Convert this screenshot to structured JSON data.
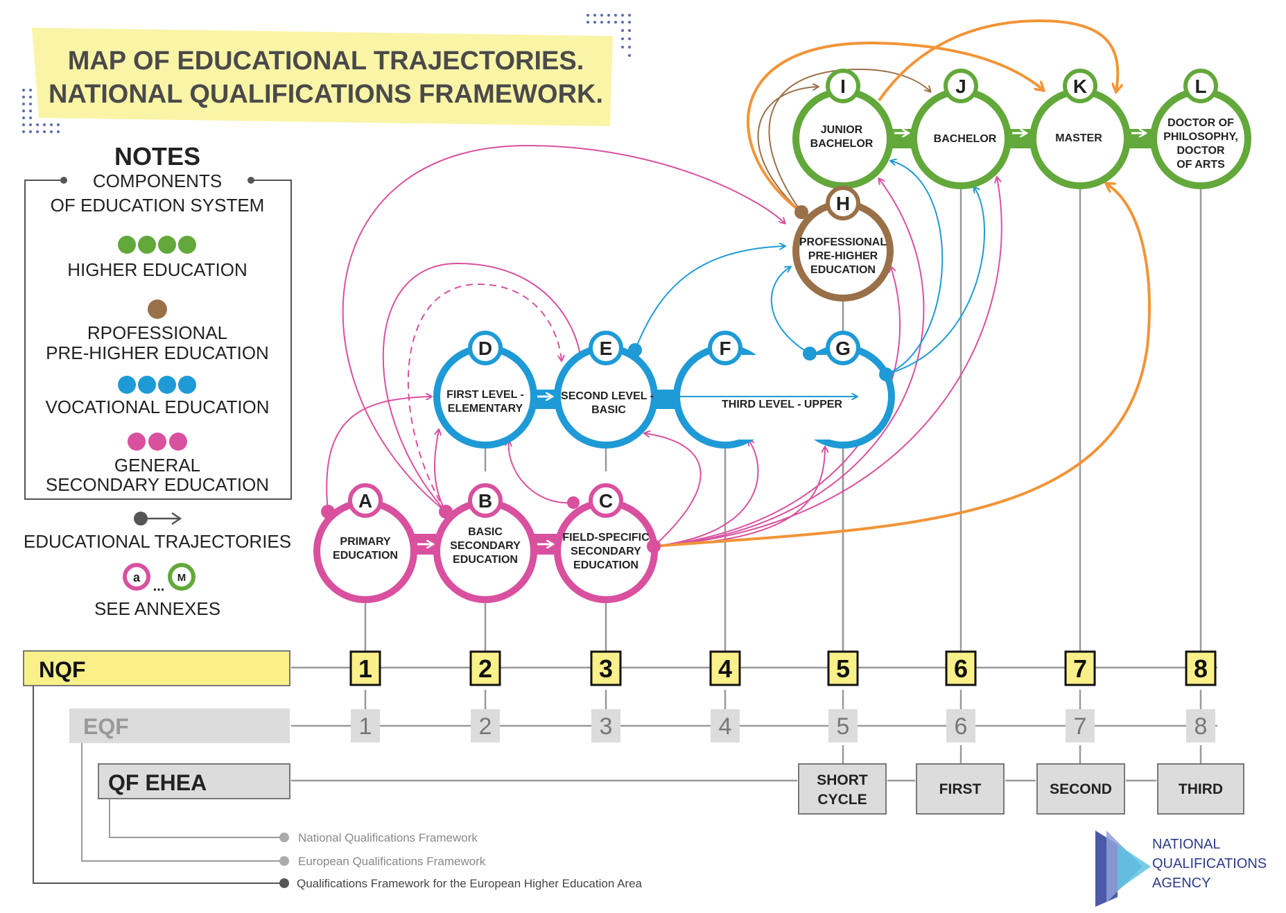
{
  "title": {
    "line1": "MAP OF EDUCATIONAL TRAJECTORIES.",
    "line2": "NATIONAL QUALIFICATIONS FRAMEWORK."
  },
  "notes": {
    "heading": "NOTES",
    "components_line1": "COMPONENTS",
    "components_line2": "OF EDUCATION SYSTEM",
    "higher": "HIGHER EDUCATION",
    "prof_line1": "RPOFESSIONAL",
    "prof_line2": "PRE-HIGHER EDUCATION",
    "vocational": "VOCATIONAL EDUCATION",
    "general_line1": "GENERAL",
    "general_line2": "SECONDARY EDUCATION",
    "trajectories": "EDUCATIONAL TRAJECTORIES",
    "annex_a": "a",
    "annex_dots": "...",
    "annex_m": "M",
    "annexes": "SEE ANNEXES"
  },
  "colors": {
    "general": "#d9509f",
    "vocational": "#1e9ad6",
    "professional": "#9a7048",
    "higher": "#62a83a",
    "orange": "#f29437",
    "yellow": "#faf4a6",
    "nqf_box": "#faf08a"
  },
  "nodes": {
    "A": {
      "letter": "A",
      "line1": "PRIMARY",
      "line2": "EDUCATION"
    },
    "B": {
      "letter": "B",
      "line1": "BASIC",
      "line2": "SECONDARY",
      "line3": "EDUCATION"
    },
    "C": {
      "letter": "C",
      "line1": "FIELD-SPECIFIC",
      "line2": "SECONDARY",
      "line3": "EDUCATION"
    },
    "D": {
      "letter": "D",
      "line1": "FIRST LEVEL -",
      "line2": "ELEMENTARY"
    },
    "E": {
      "letter": "E",
      "line1": "SECOND LEVEL -",
      "line2": "BASIC"
    },
    "F": {
      "letter": "F"
    },
    "G": {
      "letter": "G"
    },
    "FG": {
      "line1": "THIRD LEVEL - UPPER"
    },
    "H": {
      "letter": "H",
      "line1": "PROFESSIONAL",
      "line2": "PRE-HIGHER",
      "line3": "EDUCATION"
    },
    "I": {
      "letter": "I",
      "line1": "JUNIOR",
      "line2": "BACHELOR"
    },
    "J": {
      "letter": "J",
      "line1": "BACHELOR"
    },
    "K": {
      "letter": "K",
      "line1": "MASTER"
    },
    "L": {
      "letter": "L",
      "line1": "DOCTOR OF",
      "line2": "PHILOSOPHY,",
      "line3": "DOCTOR",
      "line4": "OF ARTS"
    }
  },
  "frameworks": {
    "nqf_label": "NQF",
    "eqf_label": "EQF",
    "ehea_label": "QF EHEA",
    "levels": [
      "1",
      "2",
      "3",
      "4",
      "5",
      "6",
      "7",
      "8"
    ],
    "ehea_cycles": {
      "short_line1": "SHORT",
      "short_line2": "CYCLE",
      "first": "FIRST",
      "second": "SECOND",
      "third": "THIRD"
    }
  },
  "legend_footer": {
    "nqf": "National Qualifications Framework",
    "eqf": "European Qualifications Framework",
    "ehea": "Qualifications Framework for the European Higher Education Area"
  },
  "agency": {
    "line1": "NATIONAL",
    "line2": "QUALIFICATIONS",
    "line3": "AGENCY"
  }
}
